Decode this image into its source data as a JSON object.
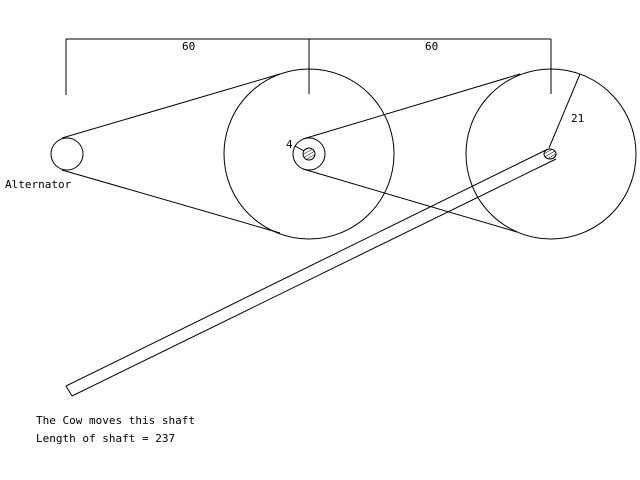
{
  "dimensions": {
    "left_span": "60",
    "right_span": "60",
    "hub_radius": "4",
    "pulley_radius": "21"
  },
  "labels": {
    "alternator": "Alternator",
    "caption_line1": "The Cow moves this shaft",
    "caption_line2": "Length of shaft = 237"
  },
  "colors": {
    "line": "#000000",
    "background": "#ffffff"
  }
}
